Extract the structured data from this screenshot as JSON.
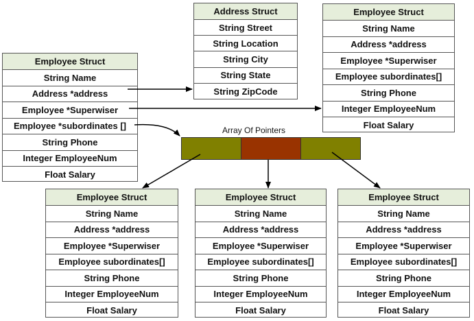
{
  "array": {
    "label": "Array Of Pointers",
    "cell_colors": [
      "#808000",
      "#993300",
      "#808000"
    ]
  },
  "structs": {
    "main_employee": {
      "title": "Employee Struct",
      "rows": [
        "String Name",
        "Address *address",
        "Employee *Superwiser",
        "Employee *subordinates []",
        "String Phone",
        "Integer EmployeeNum",
        "Float Salary"
      ]
    },
    "address": {
      "title": "Address Struct",
      "rows": [
        "String Street",
        "String Location",
        "String City",
        "String State",
        "String ZipCode"
      ]
    },
    "supervisor_employee": {
      "title": "Employee Struct",
      "rows": [
        "String Name",
        "Address *address",
        "Employee *Superwiser",
        "Employee subordinates[]",
        "String Phone",
        "Integer EmployeeNum",
        "Float Salary"
      ]
    },
    "sub_employee_1": {
      "title": "Employee Struct",
      "rows": [
        "String Name",
        "Address *address",
        "Employee *Superwiser",
        "Employee subordinates[]",
        "String Phone",
        "Integer EmployeeNum",
        "Float Salary"
      ]
    },
    "sub_employee_2": {
      "title": "Employee Struct",
      "rows": [
        "String Name",
        "Address *address",
        "Employee *Superwiser",
        "Employee subordinates[]",
        "String Phone",
        "Integer EmployeeNum",
        "Float Salary"
      ]
    },
    "sub_employee_3": {
      "title": "Employee Struct",
      "rows": [
        "String Name",
        "Address *address",
        "Employee *Superwiser",
        "Employee subordinates[]",
        "String Phone",
        "Integer EmployeeNum",
        "Float Salary"
      ]
    }
  }
}
